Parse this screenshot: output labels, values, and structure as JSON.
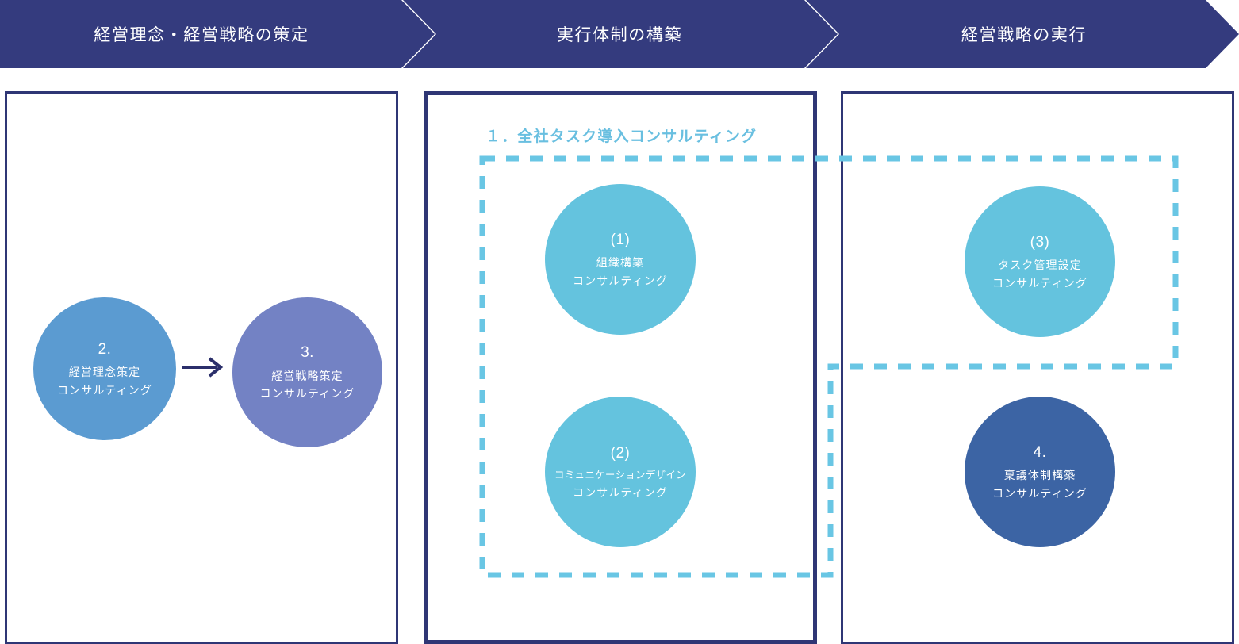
{
  "header": {
    "steps": [
      {
        "label": "経営理念・経営戦略の策定"
      },
      {
        "label": "実行体制の構築"
      },
      {
        "label": "経営戦略の実行"
      }
    ]
  },
  "group": {
    "label": "１．全社タスク導入コンサルティング",
    "color": "#69bfe0"
  },
  "circles": {
    "step2": {
      "num": "2.",
      "line1": "経営理念策定",
      "line2": "コンサルティング",
      "color": "#5b9bd1"
    },
    "step3": {
      "num": "3.",
      "line1": "経営戦略策定",
      "line2": "コンサルティング",
      "color": "#7382c4"
    },
    "sub1": {
      "num": "(1)",
      "line1": "組織構築",
      "line2": "コンサルティング",
      "color": "#64c3de"
    },
    "sub2": {
      "num": "(2)",
      "line1": "コミュニケーションデザイン",
      "line2": "コンサルティング",
      "color": "#64c3de"
    },
    "sub3": {
      "num": "(3)",
      "line1": "タスク管理設定",
      "line2": "コンサルティング",
      "color": "#64c3de"
    },
    "step4": {
      "num": "4.",
      "line1": "稟議体制構築",
      "line2": "コンサルティング",
      "color": "#3c64a4"
    }
  },
  "theme": {
    "header_bg": "#343b7e",
    "panel_border": "#2f3675",
    "dashed_color": "#69c6e4",
    "arrow_color": "#2b2f6b",
    "background": "#ffffff"
  }
}
